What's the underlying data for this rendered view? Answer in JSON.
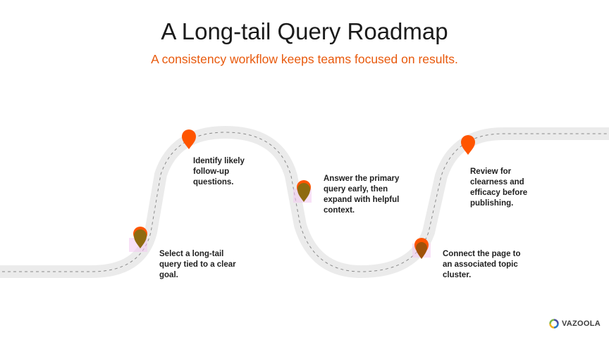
{
  "title": "A Long-tail Query Roadmap",
  "subtitle": "A consistency workflow keeps teams focused on results.",
  "steps": [
    {
      "text": "Select a long-tail query tied to a clear goal."
    },
    {
      "text": "Identify likely follow-up questions."
    },
    {
      "text": "Answer the primary query early, then expand with helpful context."
    },
    {
      "text": "Connect the page to an associated topic cluster."
    },
    {
      "text": "Review for clearness and efficacy before publishing."
    }
  ],
  "brand": {
    "name": "VAZOOLA",
    "icon": "vazoola-ring-logo-icon"
  },
  "colors": {
    "pin_bright": "#ff5500",
    "pin_olive": "#8e6b10",
    "subtitle": "#e8590c",
    "road": "#ebebeb",
    "road_dashes": "#8a8a8a",
    "marker_glow": "#f3c9f0"
  },
  "icons": {
    "step_marker": "map-pin-icon"
  }
}
